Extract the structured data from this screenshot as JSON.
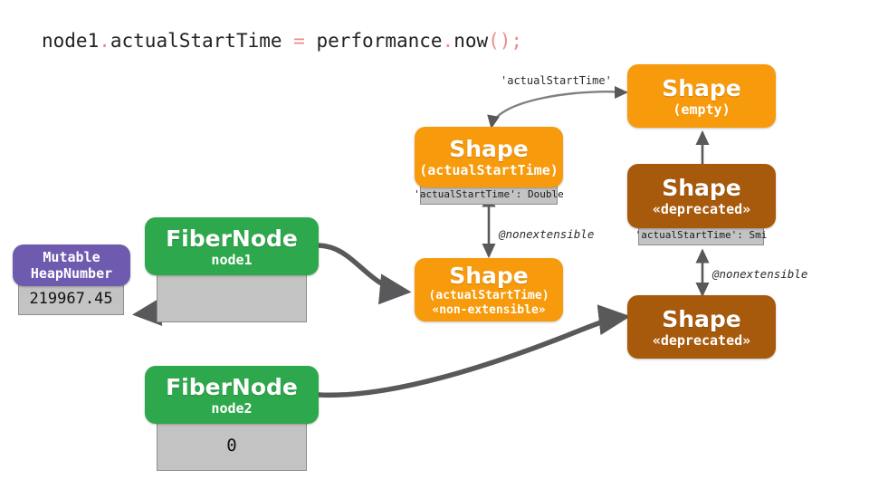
{
  "title": {
    "parts": [
      {
        "text": "node1",
        "kind": "plain"
      },
      {
        "text": ".",
        "kind": "punct"
      },
      {
        "text": "actualStartTime ",
        "kind": "plain"
      },
      {
        "text": "=",
        "kind": "punct"
      },
      {
        "text": " performance",
        "kind": "plain"
      },
      {
        "text": ".",
        "kind": "punct"
      },
      {
        "text": "now",
        "kind": "plain"
      },
      {
        "text": "();",
        "kind": "punct"
      }
    ],
    "full_text": "node1.actualStartTime = performance.now();"
  },
  "colors": {
    "shape_orange": "#f79a0b",
    "shape_brown": "#a85a0c",
    "fibernode_green": "#2ea84c",
    "mutable_heapnumber_purple": "#6e5bb0",
    "body_gray": "#c3c3c3",
    "body_border": "#8d8d8d",
    "edge_gray": "#59595b",
    "highlight_yellow": "#fff200",
    "code_punct_pink": "#ef8b8b"
  },
  "nodes": {
    "mutable_heapnumber": {
      "title_line1": "Mutable",
      "title_line2": "HeapNumber",
      "value": "219967.45"
    },
    "fibernode1": {
      "title": "FiberNode",
      "subtitle": "node1",
      "value": ""
    },
    "fibernode2": {
      "title": "FiberNode",
      "subtitle": "node2",
      "value": "0"
    },
    "shape_actualstarttime": {
      "title": "Shape",
      "subtitle": "(actualStartTime)",
      "property_key": "'actualStartTime'",
      "property_sep": ": ",
      "property_value": "Double",
      "property_highlighted": true
    },
    "shape_nonextensible": {
      "title": "Shape",
      "subtitle": "(actualStartTime)",
      "stereotype": "«non-extensible»"
    },
    "shape_empty": {
      "title": "Shape",
      "subtitle": "(empty)"
    },
    "shape_deprecated_top": {
      "title": "Shape",
      "stereotype": "«deprecated»",
      "property_key": "'actualStartTime'",
      "property_sep": ": ",
      "property_value": "Smi",
      "property_highlighted": false
    },
    "shape_deprecated_bottom": {
      "title": "Shape",
      "stereotype": "«deprecated»"
    }
  },
  "edges": {
    "actual_start_time_label": "'actualStartTime'",
    "nonextensible_label_left": "@nonextensible",
    "nonextensible_label_right": "@nonextensible"
  }
}
